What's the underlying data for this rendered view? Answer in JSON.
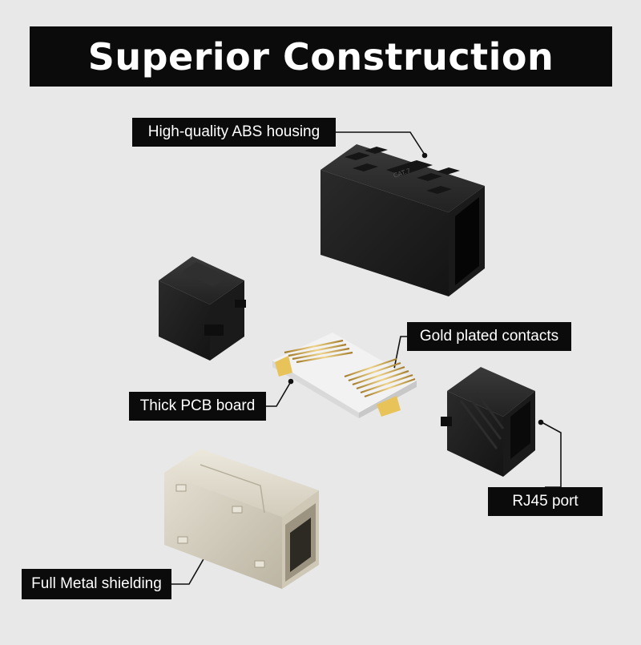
{
  "title": "Superior Construction",
  "callouts": {
    "housing": "High-quality ABS housing",
    "contacts": "Gold plated contacts",
    "pcb": "Thick PCB board",
    "port": "RJ45 port",
    "shielding": "Full Metal shielding"
  },
  "product_marking": "CAT.7",
  "colors": {
    "background": "#e8e8e8",
    "label_bg": "#0b0b0b",
    "label_text": "#ffffff",
    "housing": "#1c1c1c",
    "metal": "#d6d0c0",
    "gold": "#c9a24a",
    "pcb": "#e7c35a"
  }
}
